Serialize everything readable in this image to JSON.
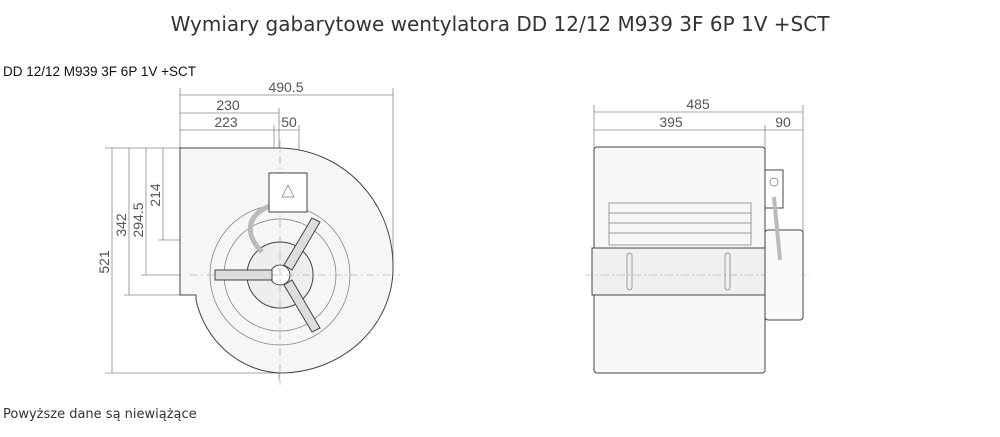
{
  "title": "Wymiary gabarytowe wentylatora DD 12/12 M939 3F 6P 1V +SCT",
  "drawing": {
    "model_label": "DD 12/12 M939 3F 6P 1V +SCT",
    "front_view": {
      "dimensions": {
        "overall_width": "490.5",
        "to_center": "230",
        "to_box": "223",
        "box": "50",
        "height": "521",
        "h342": "342",
        "h294": "294.5",
        "h214": "214"
      }
    },
    "side_view": {
      "dimensions": {
        "overall": "485",
        "housing": "395",
        "motor": "90"
      }
    }
  },
  "footer_note": "Powyższe dane są niewiążące"
}
